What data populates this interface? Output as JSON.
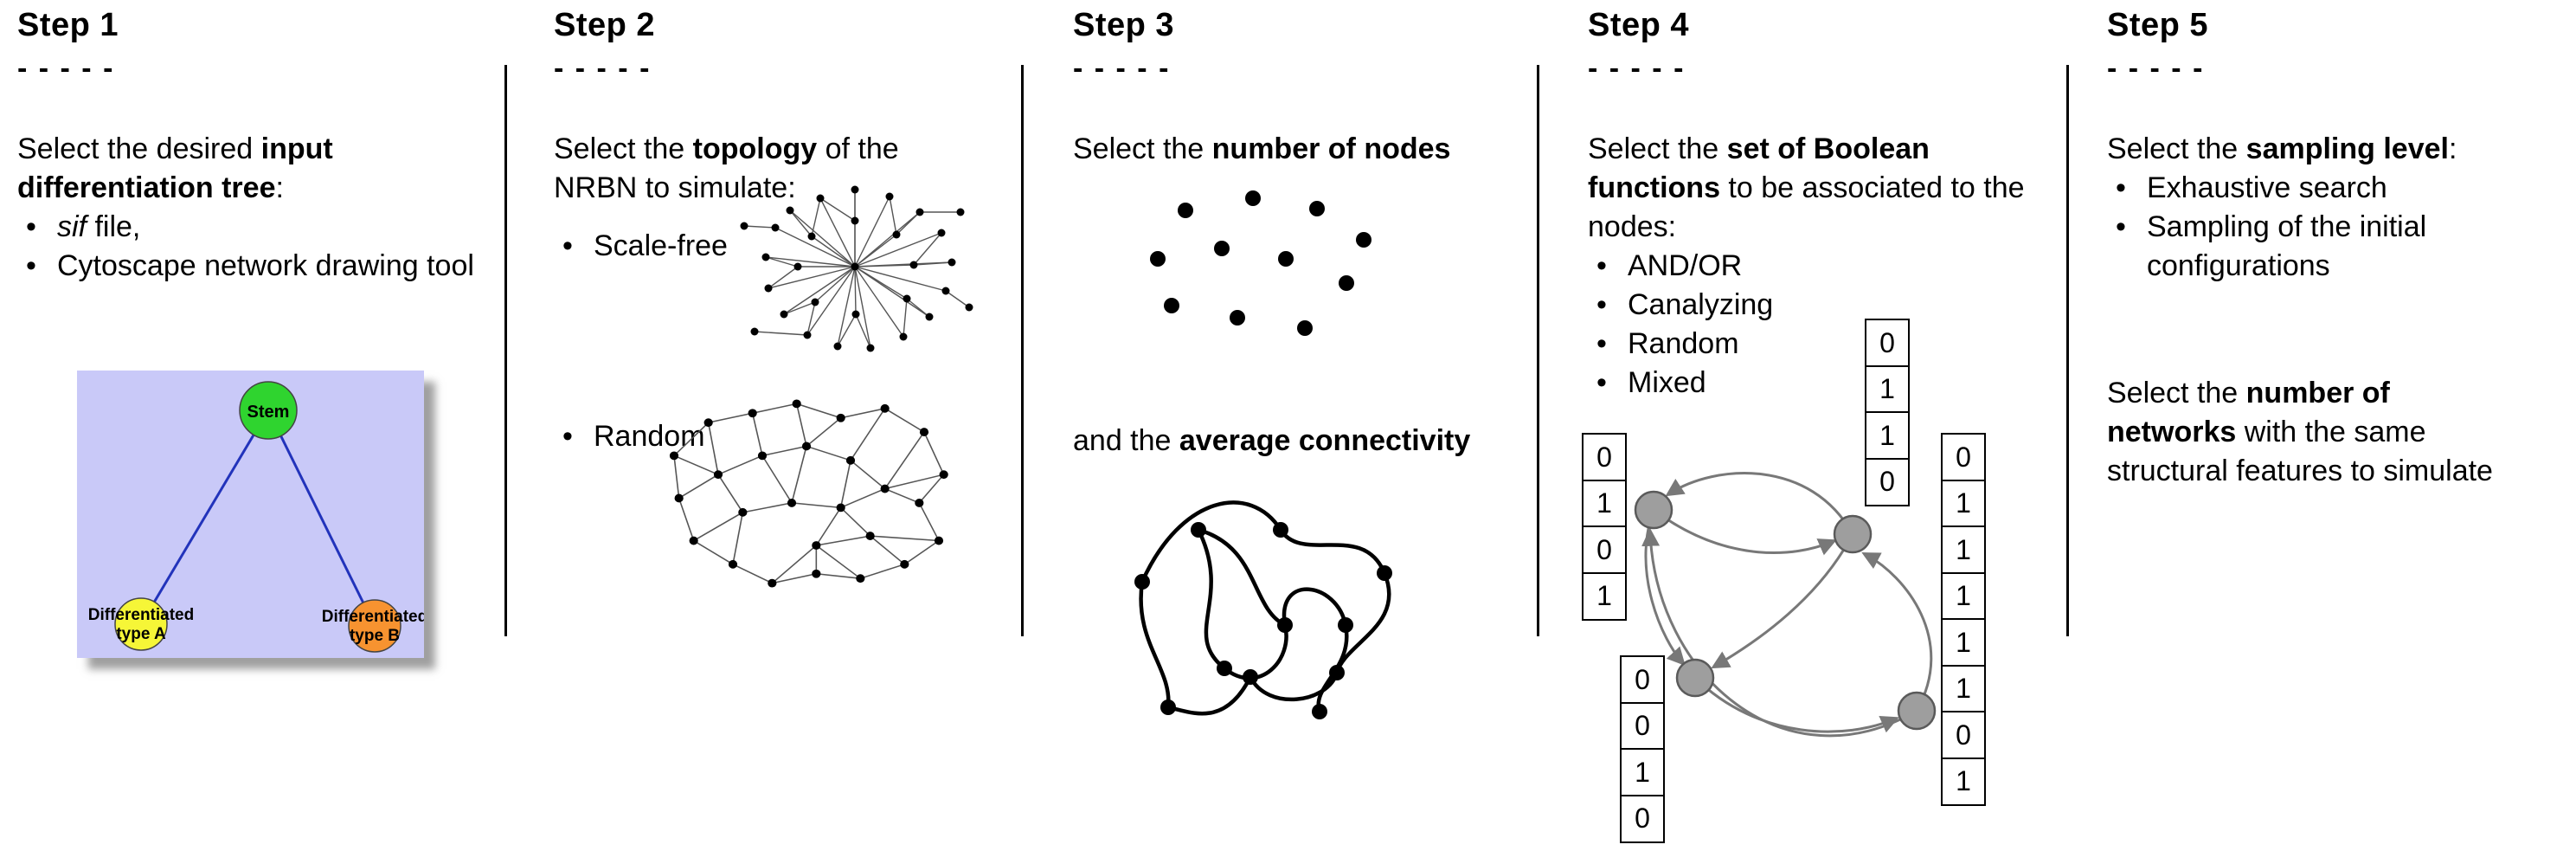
{
  "steps": [
    {
      "title": "Step 1",
      "dashes": "- - - - -",
      "intro": [
        "Select the desired ",
        {
          "b": "input differentiation tree"
        },
        ":"
      ],
      "bullets": [
        [
          {
            "i": "sif"
          },
          " file,"
        ],
        [
          "Cytoscape network drawing tool"
        ]
      ],
      "tree": {
        "stem_label": "Stem",
        "type_a_line1": "Differentiated",
        "type_a_line2": "type A",
        "type_b_line1": "Differentiated",
        "type_b_line2": "type B",
        "colors": {
          "background": "#c9c9f8",
          "stem": "#2fd42f",
          "type_a": "#f6f637",
          "type_b": "#f79330",
          "edge": "#2233bb"
        }
      }
    },
    {
      "title": "Step 2",
      "dashes": "- - - - -",
      "intro": [
        "Select the ",
        {
          "b": "topology"
        },
        " of the NRBN to simulate:"
      ],
      "bullets": [
        [
          "Scale-free"
        ],
        [
          "Random"
        ]
      ]
    },
    {
      "title": "Step 3",
      "dashes": "- - - - -",
      "intro": [
        "Select the ",
        {
          "b": "number of nodes"
        }
      ],
      "second": [
        "and the ",
        {
          "b": "average connectivity"
        }
      ]
    },
    {
      "title": "Step 4",
      "dashes": "- - - - -",
      "intro": [
        "Select the ",
        {
          "b": "set of Boolean functions"
        },
        " to be associated to the nodes:"
      ],
      "bullets": [
        [
          "AND/OR"
        ],
        [
          "Canalyzing"
        ],
        [
          "Random"
        ],
        [
          "Mixed"
        ]
      ],
      "colors": {
        "node": "#9e9e9e",
        "arrow": "#787878"
      },
      "tables": {
        "top": [
          "0",
          "1",
          "1",
          "0"
        ],
        "left": [
          "0",
          "1",
          "0",
          "1"
        ],
        "bottom_left": [
          "0",
          "0",
          "1",
          "0"
        ],
        "right": [
          "0",
          "1",
          "1",
          "1",
          "1",
          "1",
          "0",
          "1"
        ]
      }
    },
    {
      "title": "Step 5",
      "dashes": "- - - - -",
      "intro": [
        "Select the ",
        {
          "b": "sampling level"
        },
        ":"
      ],
      "bullets": [
        [
          "Exhaustive search"
        ],
        [
          "Sampling of the initial configurations"
        ]
      ],
      "second": [
        "Select the ",
        {
          "b": "number of networks"
        },
        " with the same structural features to simulate"
      ]
    }
  ]
}
